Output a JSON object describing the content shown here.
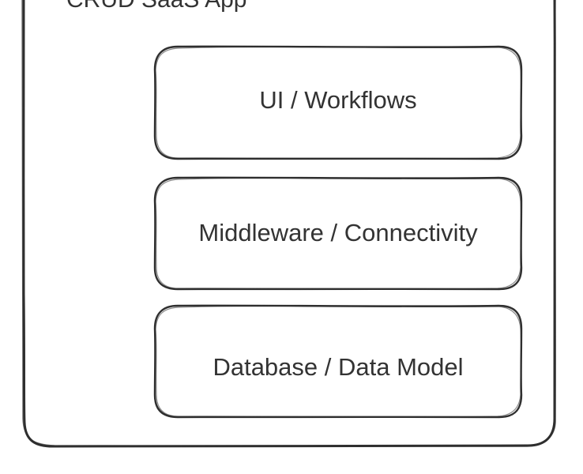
{
  "app": {
    "title": "CRUD SaaS App"
  },
  "layers": {
    "ui": "UI / Workflows",
    "middleware": "Middleware / Connectivity",
    "database": "Database / Data Model"
  },
  "colors": {
    "stroke": "#2f2f2f",
    "text": "#333333",
    "background": "#ffffff"
  }
}
